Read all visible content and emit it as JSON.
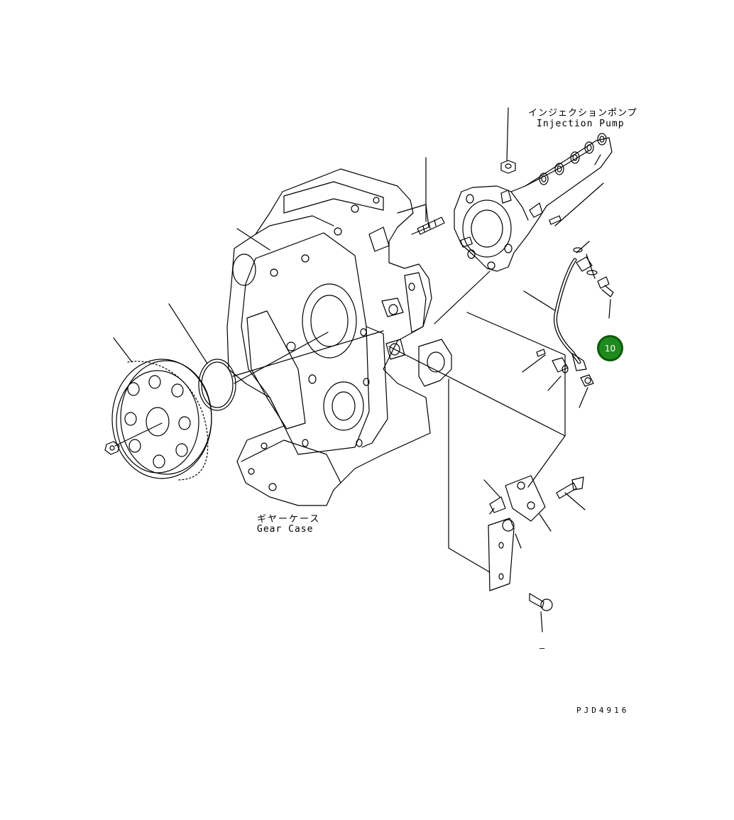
{
  "labels": {
    "injection_pump_jp": "インジェクションポンプ",
    "injection_pump_en": "Injection Pump",
    "gear_case_jp": "ギヤーケース",
    "gear_case_en": "Gear Case",
    "drawing_code": "PJD4916",
    "dash": "–"
  },
  "callout": {
    "number": "10",
    "color": "#1f8a1f",
    "border_color": "#0a5a0a"
  },
  "line_color": "#000000"
}
